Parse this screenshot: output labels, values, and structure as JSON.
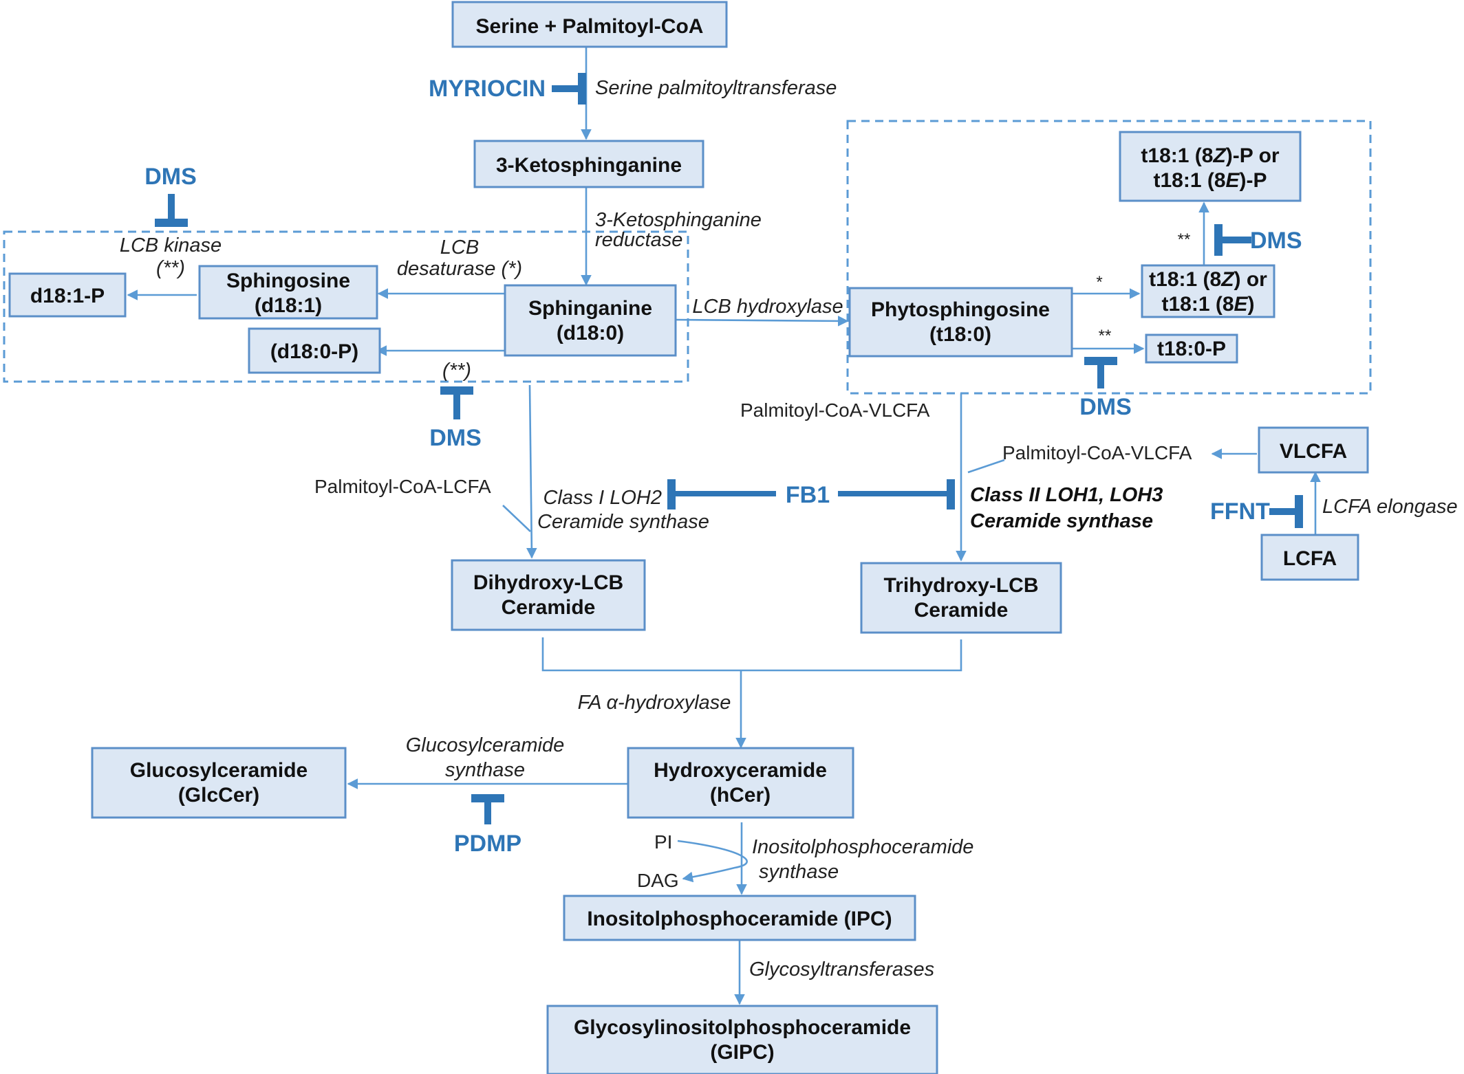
{
  "nodes": {
    "serine": [
      "Serine + Palmitoyl-CoA"
    ],
    "ketosphinganine": [
      "3-Ketosphinganine"
    ],
    "sphinganine": [
      "Sphinganine",
      "(d18:0)"
    ],
    "sphingosine": [
      "Sphingosine",
      "(d18:1)"
    ],
    "d181p": [
      "d18:1-P"
    ],
    "d180p": [
      "(d18:0-P)"
    ],
    "phytosphingosine": [
      "Phytosphingosine",
      "(t18:0)"
    ],
    "t181": [
      "t18:1 (8Z) or",
      "t18:1 (8E)"
    ],
    "t181p": [
      "t18:1 (8Z)-P or",
      "t18:1 (8E)-P"
    ],
    "t180p": [
      "t18:0-P"
    ],
    "vlcfa": [
      "VLCFA"
    ],
    "lcfa": [
      "LCFA"
    ],
    "dihydroxy": [
      "Dihydroxy-LCB",
      "Ceramide"
    ],
    "trihydroxy": [
      "Trihydroxy-LCB",
      "Ceramide"
    ],
    "hydroxyceramide": [
      "Hydroxyceramide",
      "(hCer)"
    ],
    "glucosylceramide": [
      "Glucosylceramide",
      "(GlcCer)"
    ],
    "ipc": [
      "Inositolphosphoceramide (IPC)"
    ],
    "gipc": [
      "Glycosylinositolphosphoceramide",
      "(GIPC)"
    ]
  },
  "enzymes": {
    "spt": "Serine palmitoyltransferase",
    "ksr_1": "3-Ketosphinganine",
    "ksr_2": "reductase",
    "lcb_kinase_1": "LCB kinase",
    "lcb_kinase_2": "(**)",
    "lcb_desat_1": "LCB",
    "lcb_desat_2": "desaturase (*)",
    "d180p_star": "(**)",
    "lcb_hydroxylase": "LCB hydroxylase",
    "class1_1": "Class I LOH2",
    "class1_2": "Ceramide synthase",
    "class2_1": "Class II LOH1, LOH3",
    "class2_2": "Ceramide synthase",
    "lcfa_elongase": "LCFA elongase",
    "fa_hydroxylase": "FA α-hydroxylase",
    "gcs_1": "Glucosylceramide",
    "gcs_2": "synthase",
    "ipcs_1": "Inositolphosphoceramide",
    "ipcs_2": "synthase",
    "glycosyltransferases": "Glycosyltransferases"
  },
  "substrates": {
    "pcoa_lcfa": "Palmitoyl-CoA-LCFA",
    "pcoa_vlcfa_top": "Palmitoyl-CoA-VLCFA",
    "pcoa_vlcfa_right": "Palmitoyl-CoA-VLCFA",
    "pi": "PI",
    "dag": "DAG"
  },
  "stars": {
    "t181": "*",
    "t180p": "**",
    "t181p": "**"
  },
  "inhibitors": {
    "myriocin": "MYRIOCIN",
    "dms_lcbk": "DMS",
    "dms_d180p": "DMS",
    "dms_t181p": "DMS",
    "dms_t180p": "DMS",
    "fb1": "FB1",
    "ffnt": "FFNT",
    "pdmp": "PDMP"
  },
  "colors": {
    "box_fill": "#dce7f4",
    "box_stroke": "#5b8fc8",
    "arrow": "#5b9bd5",
    "inhibitor": "#2e75b6"
  }
}
